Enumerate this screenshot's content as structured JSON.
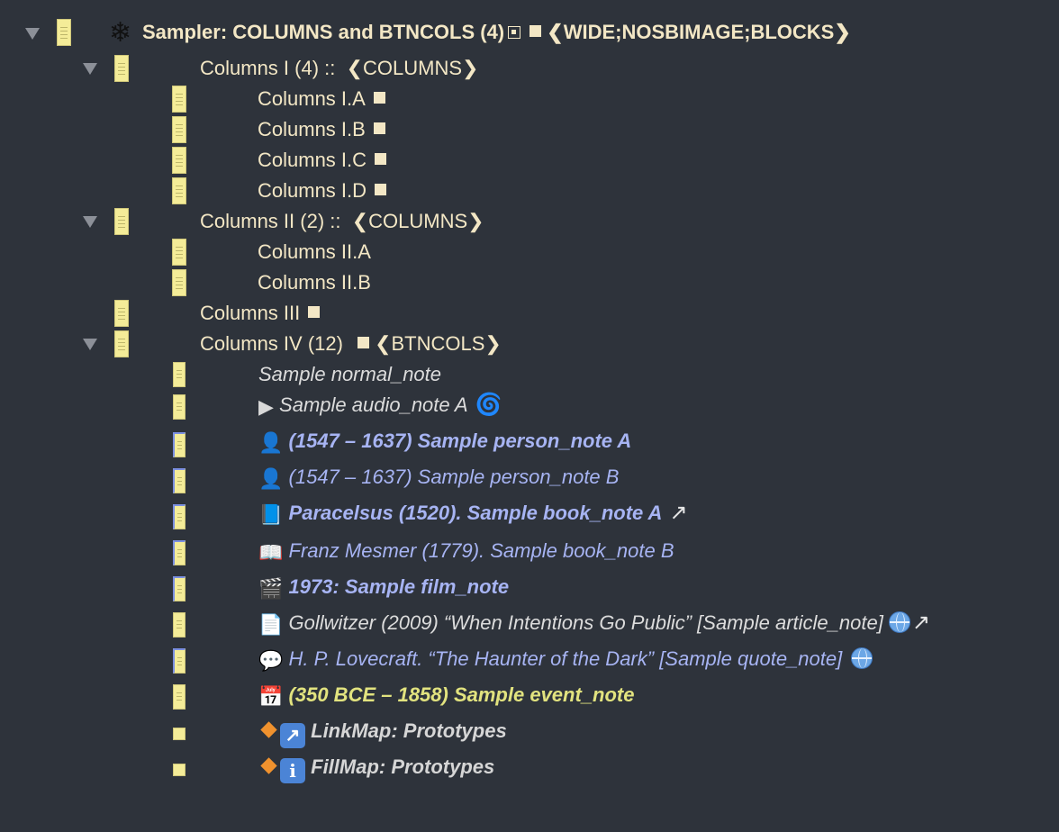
{
  "outline": {
    "root": {
      "prefix": "Sampler: COLUMNS and BTNCOLS (4)",
      "suffix": "❮WIDE;NOSBIMAGE;BLOCKS❯",
      "icon": "snowflake-gear-icon"
    },
    "col1": {
      "prefix": "Columns I (4) ::",
      "suffix": "❮COLUMNS❯"
    },
    "col1a": "Columns I.A",
    "col1b": "Columns I.B",
    "col1c": "Columns I.C",
    "col1d": "Columns I.D",
    "col2": {
      "prefix": "Columns II (2) ::",
      "suffix": "❮COLUMNS❯"
    },
    "col2a": "Columns II.A",
    "col2b": "Columns II.B",
    "col3": "Columns III",
    "col4": {
      "prefix": "Columns IV (12)",
      "suffix": "❮BTNCOLS❯"
    },
    "notes": {
      "normal": "Sample normal_note",
      "audio": "Sample audio_note A",
      "personA": "(1547 – 1637) Sample person_note A",
      "personB": "(1547 – 1637) Sample person_note B",
      "bookA": "Paracelsus (1520). Sample book_note A",
      "bookB": "Franz Mesmer (1779). Sample book_note B",
      "film": "1973: Sample film_note",
      "article": "Gollwitzer (2009) “When Intentions Go Public” [Sample article_note]",
      "quote": "H. P. Lovecraft. “The Haunter of the Dark” [Sample quote_note]",
      "event": "(350 BCE – 1858) Sample event_note",
      "linkmap": "LinkMap: Prototypes",
      "fillmap": "FillMap: Prototypes"
    },
    "glyphs": {
      "snowflake": "❄",
      "play": "▶",
      "spiral": "🌀",
      "person": "👤",
      "blue_book": "📘",
      "open_book": "📖",
      "clapper": "🎬",
      "page": "📄",
      "speech": "💬",
      "calendar": "📅",
      "arrow": "↗",
      "info": "i"
    }
  },
  "colors": {
    "background": "#2e333b",
    "tan": "#f3e7c5",
    "blue": "#a7b4f3",
    "yellow": "#e2e37f",
    "note_icon": "#f4ec98"
  }
}
